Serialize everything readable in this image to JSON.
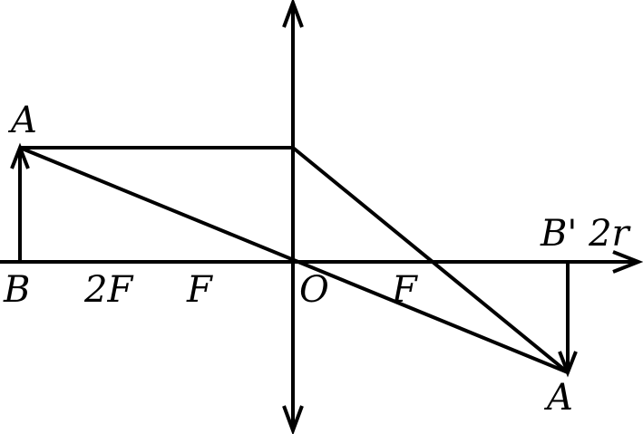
{
  "labels": {
    "object_top": "A",
    "object_base": "B",
    "two_focal": "2F",
    "focal_left": "F",
    "optical_center": "O",
    "focal_right": "F",
    "image_base_and_two_r": "B' 2r",
    "image_top": "A"
  },
  "colors": {
    "stroke": "#000000",
    "background": "#ffffff"
  }
}
